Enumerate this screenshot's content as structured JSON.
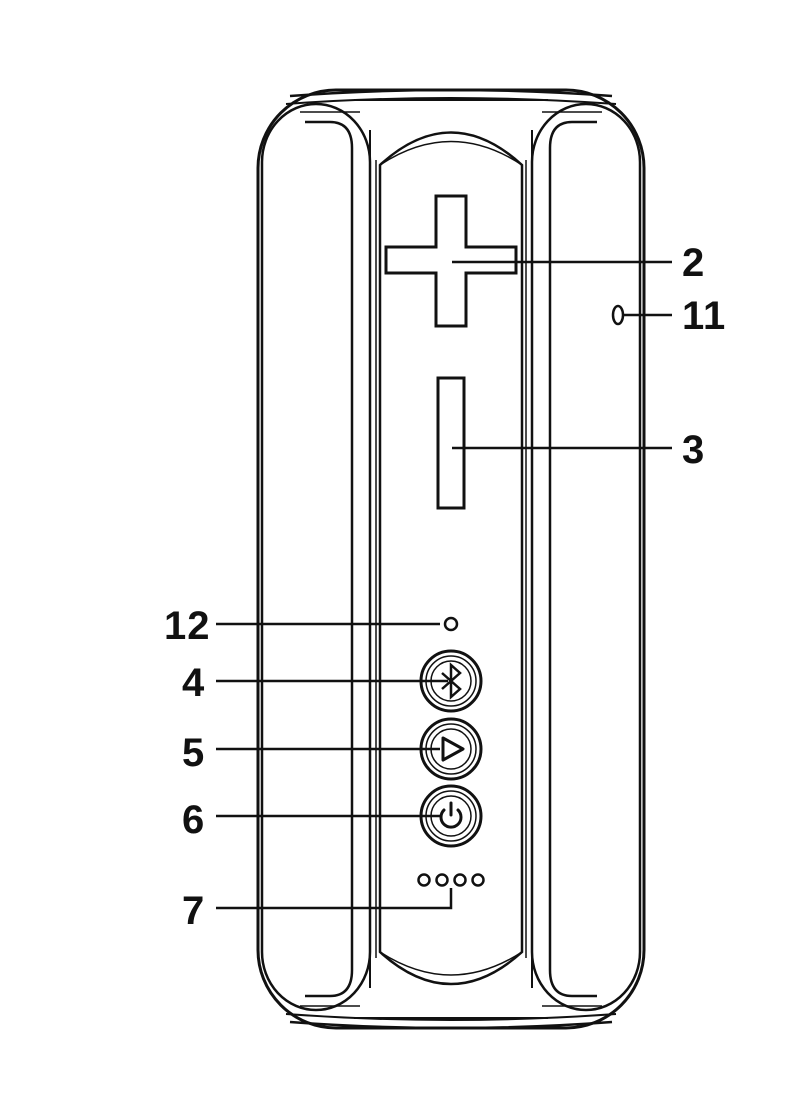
{
  "figure": {
    "subject": "portable speaker, front control panel view",
    "ink_color": "#111111",
    "background_color": "#ffffff"
  },
  "callouts": {
    "vol_up": "2",
    "mic": "11",
    "vol_down": "3",
    "indicator": "12",
    "bluetooth": "4",
    "play": "5",
    "power": "6",
    "battery": "7"
  },
  "controls": [
    {
      "id": "volume-up",
      "icon": "plus-icon"
    },
    {
      "id": "volume-down",
      "icon": "minus-icon"
    },
    {
      "id": "bluetooth",
      "icon": "bluetooth-icon"
    },
    {
      "id": "play-pause",
      "icon": "play-icon"
    },
    {
      "id": "power",
      "icon": "power-icon"
    }
  ],
  "battery_leds": 4
}
